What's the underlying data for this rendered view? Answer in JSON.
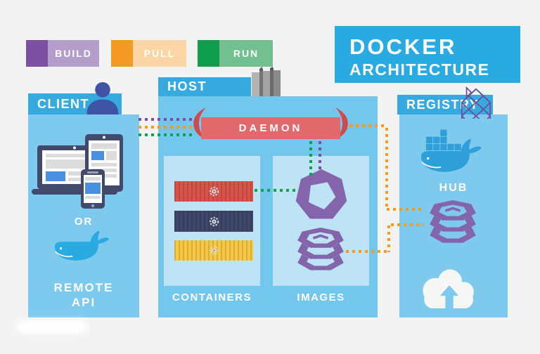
{
  "background": "#F3F3F3",
  "title": {
    "line1": "DOCKER",
    "line2": "ARCHITECTURE",
    "bg": "#29ABE2",
    "text_color": "#FFFFFF"
  },
  "legend": {
    "items": [
      {
        "label": "BUILD",
        "swatch_color": "#7C4FA1",
        "label_bg": "#B39DCB"
      },
      {
        "label": "PULL",
        "swatch_color": "#F59A23",
        "label_bg": "#FBD5A3"
      },
      {
        "label": "RUN",
        "swatch_color": "#0E9F4E",
        "label_bg": "#72C090"
      }
    ]
  },
  "client": {
    "header": "CLIENT",
    "or_label": "OR",
    "remote_api_line1": "REMOTE",
    "remote_api_line2": "API",
    "icons": [
      "user-icon",
      "laptop-icon",
      "tablet-icon",
      "phone-icon",
      "whale-icon"
    ]
  },
  "host": {
    "header": "HOST",
    "daemon_label": "DAEMON",
    "containers_label": "CONTAINERS",
    "images_label": "IMAGES",
    "icons": [
      "server-building-icon",
      "container-red-icon",
      "container-navy-icon",
      "container-yellow-icon",
      "image-heptagon-icon",
      "image-layers-icon"
    ]
  },
  "registry": {
    "header": "REGISTRY",
    "hub_label": "HUB",
    "icons": [
      "lattice-building-icon",
      "docker-whale-icon",
      "image-layers-icon",
      "cloud-upload-icon"
    ]
  },
  "connections": {
    "client_to_daemon": [
      "build",
      "pull",
      "run"
    ],
    "daemon_to_images": [
      "run",
      "build"
    ],
    "container_to_image": [
      "run"
    ],
    "daemon_to_registry": [
      "pull"
    ],
    "images_to_registry": [
      "pull"
    ]
  },
  "colors": {
    "column_header_bg": "#36A9DE",
    "column_body_bg": "#7DCAEE",
    "inner_panel_bg": "#BDE3F4",
    "daemon_band": "#E2696B",
    "daemon_ribbon_end": "#D0494C",
    "container_red": "#D8544A",
    "container_navy": "#3E4669",
    "container_yellow": "#F7C844",
    "purple_icon": "#8465AB",
    "build_line": "#7C4FA1",
    "pull_line": "#F59A23",
    "run_line": "#139F50",
    "client_whale_blue": "#29ABE2",
    "registry_whale_blue": "#2E9FD9",
    "person_blue": "#3E53A4",
    "device_frame": "#414A6B"
  }
}
